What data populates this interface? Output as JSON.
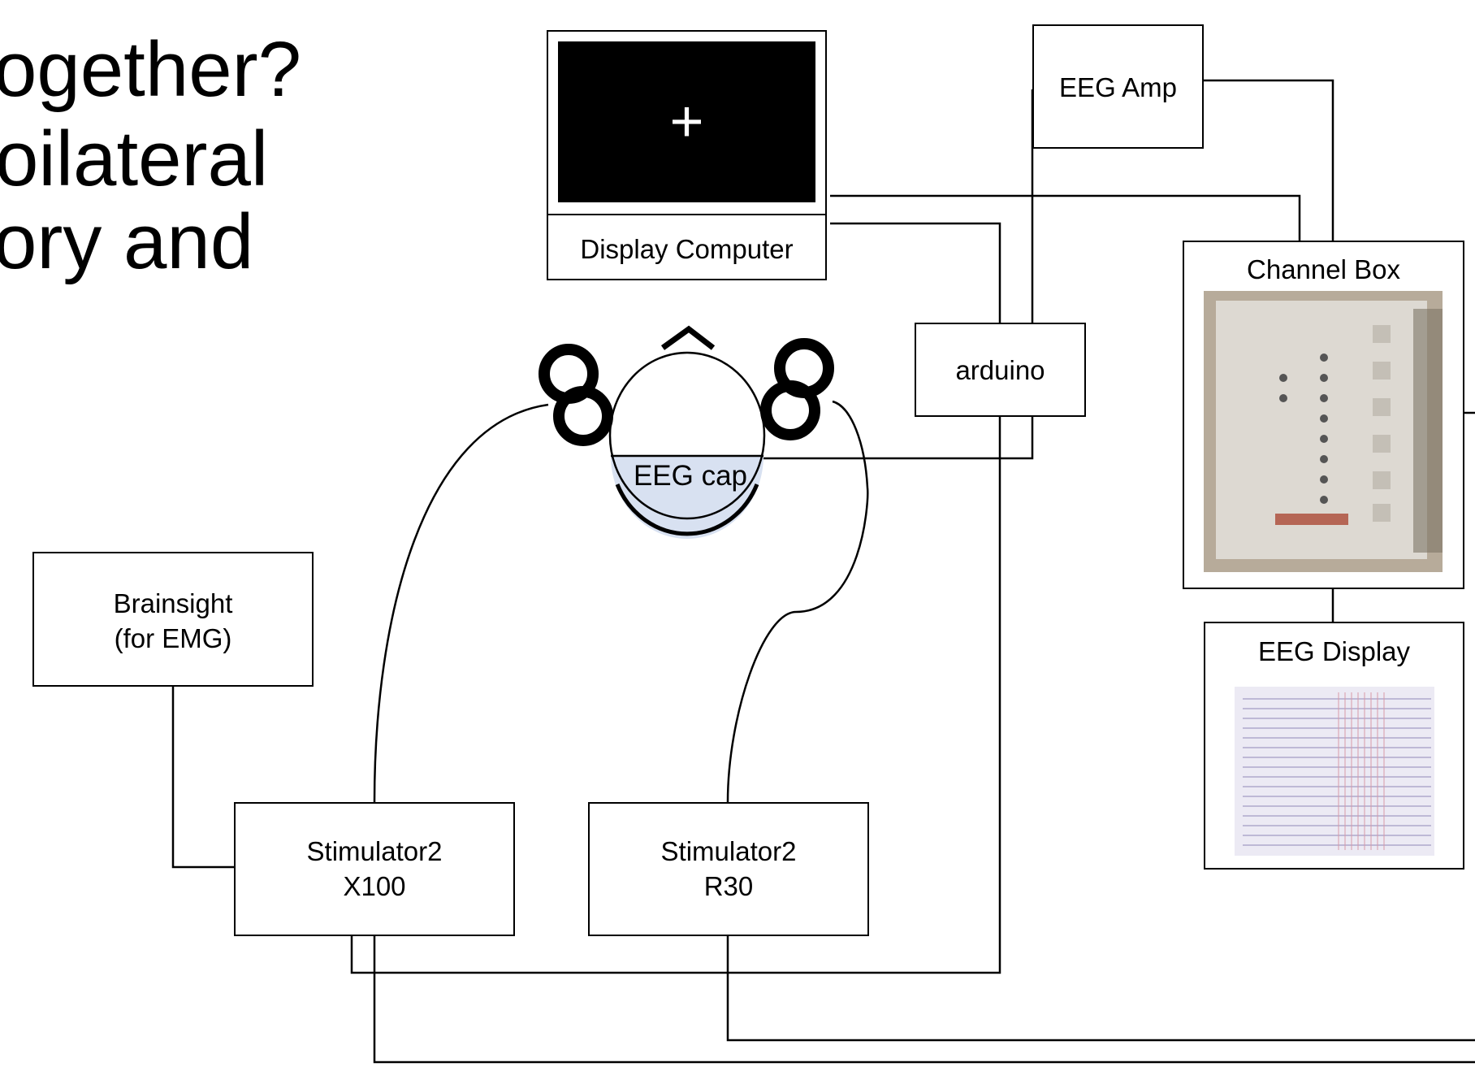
{
  "heading": {
    "line1": "ogether?",
    "line2": "oilateral",
    "line3": "ory and"
  },
  "display_computer": {
    "label": "Display Computer",
    "screen_symbol": "+"
  },
  "eeg_amp": {
    "label": "EEG Amp"
  },
  "arduino": {
    "label": "arduino"
  },
  "channel_box": {
    "label": "Channel Box",
    "photo_icon": "channel-box-photo"
  },
  "eeg_display": {
    "label": "EEG Display",
    "photo_icon": "eeg-trace-screenshot"
  },
  "eeg_cap": {
    "label": "EEG cap"
  },
  "brainsight": {
    "line1": "Brainsight",
    "line2": "(for EMG)"
  },
  "stim_left": {
    "line1": "Stimulator2",
    "line2": "X100"
  },
  "stim_right": {
    "line1": "Stimulator2",
    "line2": "R30"
  },
  "colors": {
    "cap_fill": "#d8e1f1",
    "line": "#000000",
    "photo_bg": "#b7ab9a"
  }
}
